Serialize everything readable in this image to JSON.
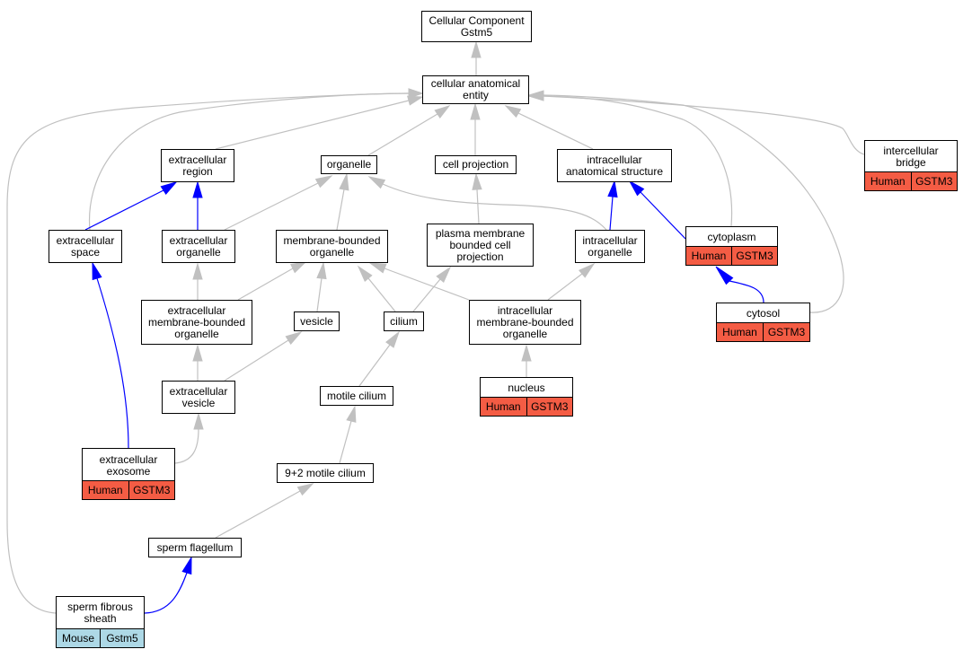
{
  "colors": {
    "gray_edge": "#c0c0c0",
    "blue_edge": "#0000ff",
    "human": "#f45c44",
    "mouse": "#add8e6"
  },
  "nodes": {
    "root": {
      "label": "Cellular Component\nGstm5"
    },
    "cae": {
      "label": "cellular anatomical\nentity"
    },
    "ecr": {
      "label": "extracellular\nregion"
    },
    "org": {
      "label": "organelle"
    },
    "cpj": {
      "label": "cell projection"
    },
    "ias": {
      "label": "intracellular\nanatomical structure"
    },
    "ib": {
      "label": "intercellular\nbridge",
      "species": "Human",
      "gene": "GSTM3"
    },
    "ecs": {
      "label": "extracellular\nspace"
    },
    "eco": {
      "label": "extracellular\norganelle"
    },
    "mbo": {
      "label": "membrane-bounded\norganelle"
    },
    "pmb": {
      "label": "plasma membrane\nbounded cell\nprojection"
    },
    "ico": {
      "label": "intracellular\norganelle"
    },
    "cyt": {
      "label": "cytoplasm",
      "species": "Human",
      "gene": "GSTM3"
    },
    "emb": {
      "label": "extracellular\nmembrane-bounded\norganelle"
    },
    "ves": {
      "label": "vesicle"
    },
    "cil": {
      "label": "cilium"
    },
    "imb": {
      "label": "intracellular\nmembrane-bounded\norganelle"
    },
    "cys": {
      "label": "cytosol",
      "species": "Human",
      "gene": "GSTM3"
    },
    "ecv": {
      "label": "extracellular\nvesicle"
    },
    "mot": {
      "label": "motile cilium"
    },
    "nuc": {
      "label": "nucleus",
      "species": "Human",
      "gene": "GSTM3"
    },
    "exo": {
      "label": "extracellular\nexosome",
      "species": "Human",
      "gene": "GSTM3"
    },
    "n92": {
      "label": "9+2 motile cilium"
    },
    "spf": {
      "label": "sperm flagellum"
    },
    "sfs": {
      "label": "sperm fibrous\nsheath",
      "species": "Mouse",
      "gene": "Gstm5"
    }
  },
  "edges": [
    {
      "from": "cae",
      "to": "root",
      "type": "is_a"
    },
    {
      "from": "ecr",
      "to": "cae",
      "type": "is_a"
    },
    {
      "from": "org",
      "to": "cae",
      "type": "is_a"
    },
    {
      "from": "cpj",
      "to": "cae",
      "type": "is_a"
    },
    {
      "from": "ias",
      "to": "cae",
      "type": "is_a"
    },
    {
      "from": "ib",
      "to": "cae",
      "type": "is_a"
    },
    {
      "from": "ecs",
      "to": "cae",
      "type": "is_a"
    },
    {
      "from": "ecs",
      "to": "ecr",
      "type": "part_of"
    },
    {
      "from": "eco",
      "to": "ecr",
      "type": "part_of"
    },
    {
      "from": "eco",
      "to": "org",
      "type": "is_a"
    },
    {
      "from": "mbo",
      "to": "org",
      "type": "is_a"
    },
    {
      "from": "pmb",
      "to": "cpj",
      "type": "is_a"
    },
    {
      "from": "ico",
      "to": "org",
      "type": "is_a"
    },
    {
      "from": "ico",
      "to": "ias",
      "type": "part_of"
    },
    {
      "from": "cyt",
      "to": "ias",
      "type": "part_of"
    },
    {
      "from": "cyt",
      "to": "cae",
      "type": "is_a"
    },
    {
      "from": "emb",
      "to": "eco",
      "type": "is_a"
    },
    {
      "from": "emb",
      "to": "mbo",
      "type": "is_a"
    },
    {
      "from": "ves",
      "to": "mbo",
      "type": "is_a"
    },
    {
      "from": "cil",
      "to": "mbo",
      "type": "is_a"
    },
    {
      "from": "cil",
      "to": "pmb",
      "type": "is_a"
    },
    {
      "from": "imb",
      "to": "mbo",
      "type": "is_a"
    },
    {
      "from": "imb",
      "to": "ico",
      "type": "is_a"
    },
    {
      "from": "cys",
      "to": "cyt",
      "type": "part_of"
    },
    {
      "from": "cys",
      "to": "cae",
      "type": "is_a"
    },
    {
      "from": "ecv",
      "to": "emb",
      "type": "is_a"
    },
    {
      "from": "ecv",
      "to": "ves",
      "type": "is_a"
    },
    {
      "from": "mot",
      "to": "cil",
      "type": "is_a"
    },
    {
      "from": "nuc",
      "to": "imb",
      "type": "is_a"
    },
    {
      "from": "exo",
      "to": "ecv",
      "type": "is_a"
    },
    {
      "from": "exo",
      "to": "ecs",
      "type": "part_of"
    },
    {
      "from": "n92",
      "to": "mot",
      "type": "is_a"
    },
    {
      "from": "spf",
      "to": "n92",
      "type": "is_a"
    },
    {
      "from": "sfs",
      "to": "spf",
      "type": "part_of"
    },
    {
      "from": "sfs",
      "to": "cae",
      "type": "is_a"
    }
  ]
}
